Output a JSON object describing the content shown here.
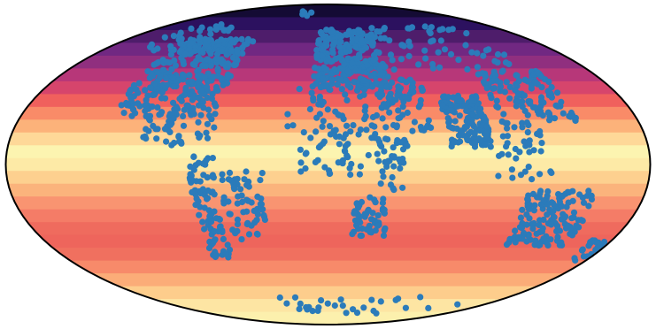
{
  "map": {
    "projection": "mollweide",
    "outline_color": "#000000",
    "background_color": "#ffffff",
    "point_color": "#2b7bba",
    "colormap": "magma",
    "colormap_band_colors": [
      "#140b34",
      "#2c115f",
      "#4e1d6b",
      "#712882",
      "#902f7f",
      "#b73779",
      "#d6456c",
      "#f0605d",
      "#f98b68",
      "#fcb27a",
      "#fed898",
      "#fcf4b0",
      "#fdeaa6",
      "#fdd08f",
      "#fbb37c",
      "#f99471",
      "#f47c67",
      "#ef6b5e",
      "#ee655c",
      "#f0705f",
      "#f78a6a",
      "#fbac78",
      "#fdcd8c",
      "#fde5a3",
      "#fcf0ad"
    ],
    "point_regions": [
      {
        "name": "north-america",
        "lon": [
          -125,
          -65
        ],
        "lat": [
          22,
          62
        ],
        "count": 320
      },
      {
        "name": "alaska-canada-north",
        "lon": [
          -150,
          -100
        ],
        "lat": [
          55,
          72
        ],
        "count": 40
      },
      {
        "name": "central-america",
        "lon": [
          -105,
          -80
        ],
        "lat": [
          8,
          22
        ],
        "count": 25
      },
      {
        "name": "caribbean",
        "lon": [
          -85,
          -62
        ],
        "lat": [
          12,
          22
        ],
        "count": 12
      },
      {
        "name": "south-america-andes",
        "lon": [
          -78,
          -64
        ],
        "lat": [
          -45,
          5
        ],
        "count": 90
      },
      {
        "name": "south-america-east",
        "lon": [
          -60,
          -36
        ],
        "lat": [
          -35,
          -2
        ],
        "count": 60
      },
      {
        "name": "europe",
        "lon": [
          -10,
          40
        ],
        "lat": [
          36,
          68
        ],
        "count": 260
      },
      {
        "name": "north-africa",
        "lon": [
          -12,
          35
        ],
        "lat": [
          15,
          36
        ],
        "count": 55
      },
      {
        "name": "west-central-africa",
        "lon": [
          -16,
          30
        ],
        "lat": [
          -5,
          15
        ],
        "count": 45
      },
      {
        "name": "east-africa",
        "lon": [
          28,
          45
        ],
        "lat": [
          -12,
          15
        ],
        "count": 40
      },
      {
        "name": "southern-africa",
        "lon": [
          15,
          35
        ],
        "lat": [
          -35,
          -15
        ],
        "count": 55
      },
      {
        "name": "middle-east",
        "lon": [
          35,
          60
        ],
        "lat": [
          15,
          40
        ],
        "count": 60
      },
      {
        "name": "russia-central-asia",
        "lon": [
          40,
          140
        ],
        "lat": [
          45,
          70
        ],
        "count": 60
      },
      {
        "name": "india",
        "lon": [
          68,
          92
        ],
        "lat": [
          8,
          32
        ],
        "count": 140
      },
      {
        "name": "china-east-asia",
        "lon": [
          100,
          145
        ],
        "lat": [
          20,
          45
        ],
        "count": 110
      },
      {
        "name": "southeast-asia",
        "lon": [
          95,
          125
        ],
        "lat": [
          -8,
          20
        ],
        "count": 45
      },
      {
        "name": "australia",
        "lon": [
          113,
          153
        ],
        "lat": [
          -38,
          -12
        ],
        "count": 140
      },
      {
        "name": "new-zealand",
        "lon": [
          166,
          178
        ],
        "lat": [
          -46,
          -35
        ],
        "count": 18
      },
      {
        "name": "antarctica",
        "lon": [
          -60,
          160
        ],
        "lat": [
          -78,
          -66
        ],
        "count": 30
      },
      {
        "name": "greenland-arctic",
        "lon": [
          -55,
          -20
        ],
        "lat": [
          70,
          82
        ],
        "count": 5
      },
      {
        "name": "atlantic-isolated",
        "lon": [
          -30,
          -15
        ],
        "lat": [
          10,
          40
        ],
        "count": 4
      }
    ]
  }
}
